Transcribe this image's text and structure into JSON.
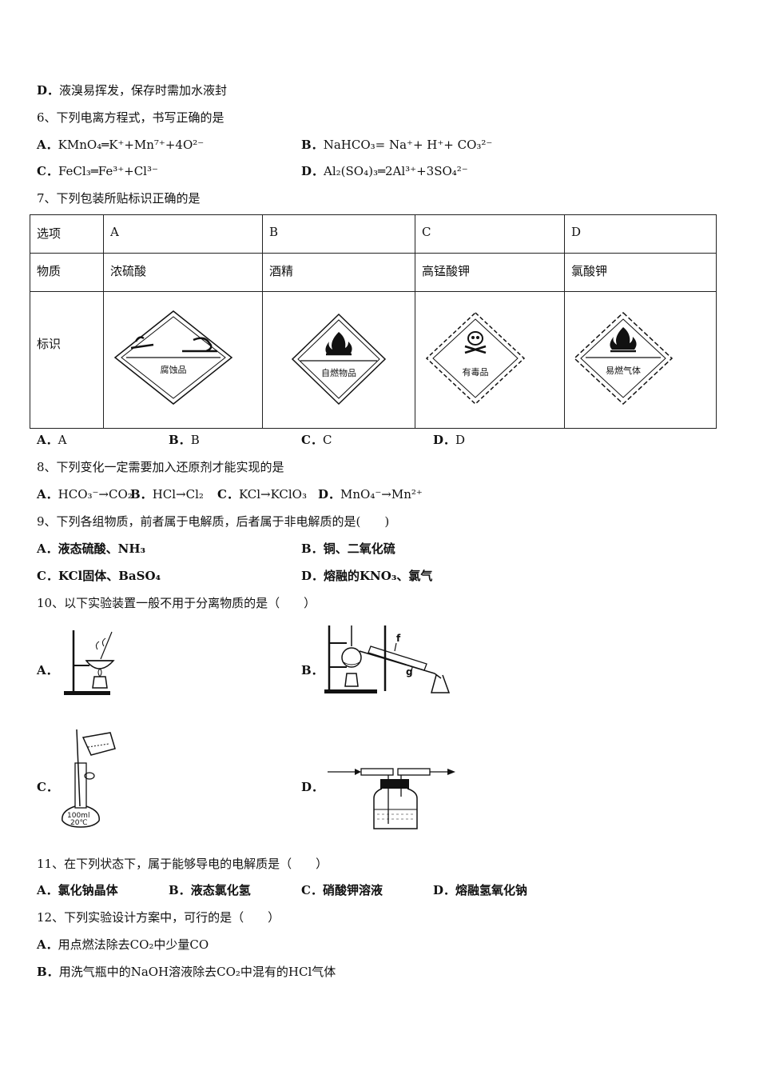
{
  "q5": {
    "d_label": "D．",
    "d_text": "液溴易挥发，保存时需加水液封"
  },
  "q6": {
    "stem": "6、下列电离方程式，书写正确的是",
    "options": [
      {
        "label": "A．",
        "text": "KMnO₄═K⁺+Mn⁷⁺+4O²⁻"
      },
      {
        "label": "B．",
        "text": "NaHCO₃= Na⁺+ H⁺+ CO₃²⁻"
      },
      {
        "label": "C．",
        "text": "FeCl₃═Fe³⁺+Cl³⁻"
      },
      {
        "label": "D．",
        "text": "Al₂(SO₄)₃═2Al³⁺+3SO₄²⁻"
      }
    ]
  },
  "q7": {
    "stem": "7、下列包装所贴标识正确的是",
    "table": {
      "row_headers": [
        "选项",
        "物质",
        "标识"
      ],
      "columns": [
        {
          "option": "A",
          "substance": "浓硫酸",
          "label_text": "腐蚀品"
        },
        {
          "option": "B",
          "substance": "酒精",
          "label_text": "自燃物品"
        },
        {
          "option": "C",
          "substance": "高锰酸钾",
          "label_text": "有毒品"
        },
        {
          "option": "D",
          "substance": "氯酸钾",
          "label_text": "易燃气体"
        }
      ]
    },
    "answers": [
      {
        "label": "A．",
        "text": "A"
      },
      {
        "label": "B．",
        "text": "B"
      },
      {
        "label": "C．",
        "text": "C"
      },
      {
        "label": "D．",
        "text": "D"
      }
    ]
  },
  "q8": {
    "stem": "8、下列变化一定需要加入还原剂才能实现的是",
    "options": [
      {
        "label": "A．",
        "text": "HCO₃⁻→CO₂"
      },
      {
        "label": "B．",
        "text": "HCl→Cl₂"
      },
      {
        "label": "C．",
        "text": "KCl→KClO₃"
      },
      {
        "label": "D．",
        "text": "MnO₄⁻→Mn²⁺"
      }
    ]
  },
  "q9": {
    "stem": "9、下列各组物质，前者属于电解质，后者属于非电解质的是(　　)",
    "options": [
      {
        "label": "A．",
        "text": "液态硫酸、NH₃"
      },
      {
        "label": "B．",
        "text": "铜、二氧化硫"
      },
      {
        "label": "C．",
        "text": "KCl固体、BaSO₄"
      },
      {
        "label": "D．",
        "text": "熔融的KNO₃、氯气"
      }
    ]
  },
  "q10": {
    "stem": "10、以下实验装置一般不用于分离物质的是（　　）",
    "labels": [
      "A．",
      "B．",
      "C．",
      "D．"
    ],
    "fig_b_marks": [
      "f",
      "g"
    ],
    "fig_c_marks": [
      "100ml",
      "20℃"
    ]
  },
  "q11": {
    "stem": "11、在下列状态下，属于能够导电的电解质是（　　）",
    "options": [
      {
        "label": "A．",
        "text": "氯化钠晶体"
      },
      {
        "label": "B．",
        "text": "液态氯化氢"
      },
      {
        "label": "C．",
        "text": "硝酸钾溶液"
      },
      {
        "label": "D．",
        "text": "熔融氢氧化钠"
      }
    ]
  },
  "q12": {
    "stem": "12、下列实验设计方案中，可行的是（　　）",
    "options": [
      {
        "label": "A．",
        "text": "用点燃法除去CO₂中少量CO"
      },
      {
        "label": "B．",
        "text": "用洗气瓶中的NaOH溶液除去CO₂中混有的HCl气体"
      }
    ]
  }
}
